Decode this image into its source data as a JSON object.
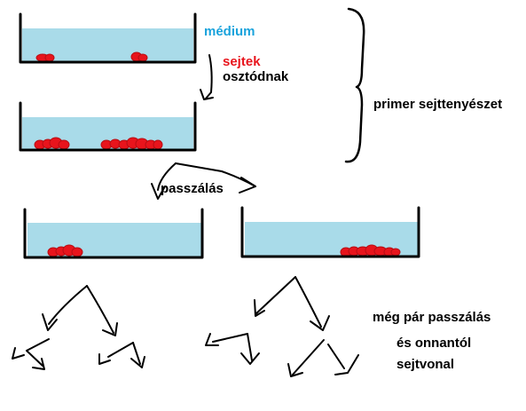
{
  "labels": {
    "medium": "médium",
    "cells": "sejtek",
    "divide": "osztódnak",
    "primary_culture": "primer sejttenyészet",
    "passaging": "passzálás",
    "more_passages": "még pár passzálás",
    "and_thereafter": "és onnantól",
    "cell_line": "sejtvonal"
  },
  "colors": {
    "medium_fill": "#a9dbe9",
    "cell_red": "#e8141c",
    "medium_text": "#1aa3dc",
    "cells_text": "#e8141c",
    "ink": "#000000"
  }
}
